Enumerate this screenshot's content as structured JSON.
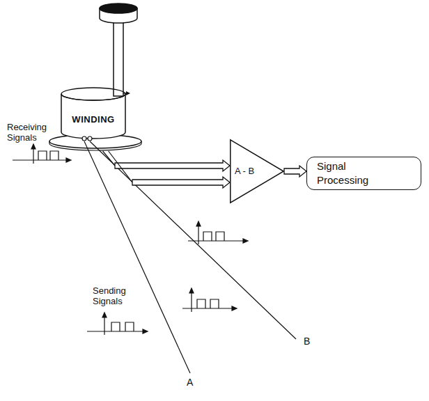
{
  "diagram": {
    "nodes": [
      {
        "text": [
          "WINDING"
        ]
      },
      {
        "text": [
          "A - B"
        ]
      },
      {
        "text": [
          "Signal Processing"
        ]
      }
    ],
    "edges": [
      {
        "from": 0,
        "to": 1,
        "arrow": "to"
      },
      {
        "from": 0,
        "to": 1,
        "arrow": "to"
      },
      {
        "from": 1,
        "to": 2,
        "arrow": "to"
      }
    ],
    "labels": [
      "Receiving Signals",
      "Sending Signals",
      "A",
      "B"
    ]
  }
}
